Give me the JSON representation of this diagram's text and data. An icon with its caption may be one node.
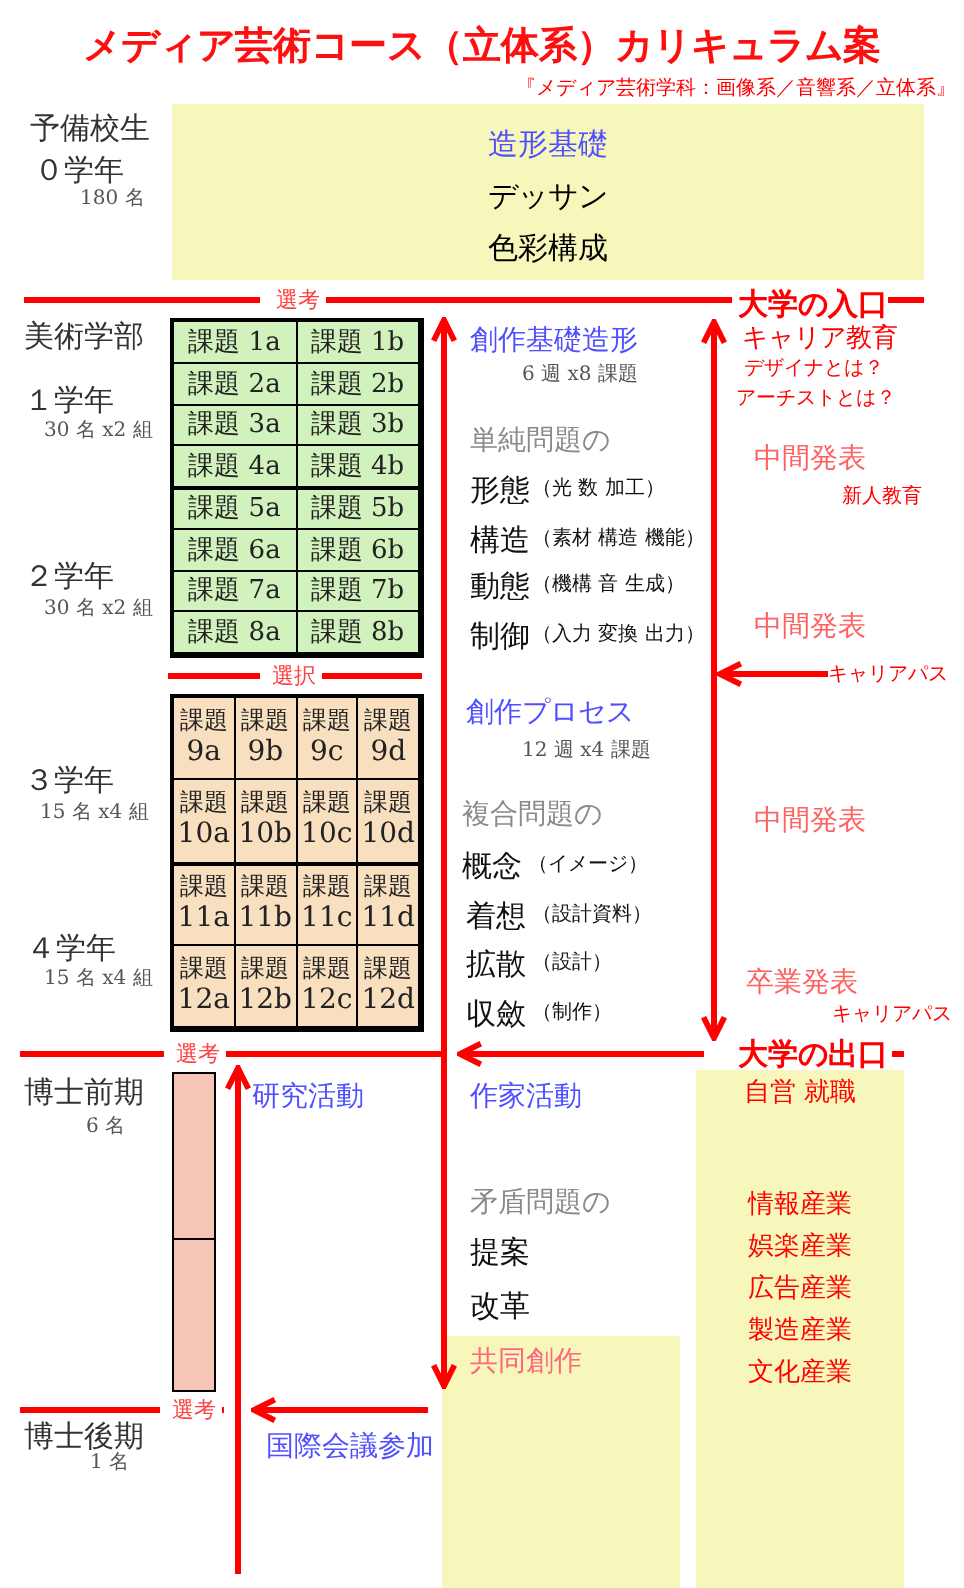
{
  "diagram": {
    "title": "メディア芸術コース（立体系）カリキュラム案",
    "nodes": [
      {
        "text": [
          "造形基礎",
          "デッサン",
          "色彩構成"
        ]
      },
      {
        "text": [
          "大学の入口"
        ]
      },
      {
        "text": [],
        "shape": "box"
      },
      {
        "text": [
          "課題 1a"
        ],
        "in": 2
      },
      {
        "text": [
          "課題 1b"
        ],
        "in": 2
      },
      {
        "text": [
          "課題 2a"
        ],
        "in": 2
      },
      {
        "text": [
          "課題 2b"
        ],
        "in": 2
      },
      {
        "text": [
          "課題 3a"
        ],
        "in": 2
      },
      {
        "text": [
          "課題 3b"
        ],
        "in": 2
      },
      {
        "text": [
          "課題 4a"
        ],
        "in": 2
      },
      {
        "text": [
          "課題 4b"
        ],
        "in": 2
      },
      {
        "text": [
          "課題 5a"
        ],
        "in": 2
      },
      {
        "text": [
          "課題 5b"
        ],
        "in": 2
      },
      {
        "text": [
          "課題 6a"
        ],
        "in": 2
      },
      {
        "text": [
          "課題 6b"
        ],
        "in": 2
      },
      {
        "text": [
          "課題 7a"
        ],
        "in": 2
      },
      {
        "text": [
          "課題 7b"
        ],
        "in": 2
      },
      {
        "text": [
          "課題 8a"
        ],
        "in": 2
      },
      {
        "text": [
          "課題 8b"
        ],
        "in": 2
      },
      {
        "text": [
          "キャリアパス"
        ]
      },
      {
        "text": [],
        "shape": "box"
      },
      {
        "text": [
          "課題",
          "9a"
        ],
        "in": 20
      },
      {
        "text": [
          "課題",
          "9b"
        ],
        "in": 20
      },
      {
        "text": [
          "課題",
          "9c"
        ],
        "in": 20
      },
      {
        "text": [
          "課題",
          "9d"
        ],
        "in": 20
      },
      {
        "text": [
          "課題",
          "10a"
        ],
        "in": 20
      },
      {
        "text": [
          "課題",
          "10b"
        ],
        "in": 20
      },
      {
        "text": [
          "課題",
          "10c"
        ],
        "in": 20
      },
      {
        "text": [
          "課題",
          "10d"
        ],
        "in": 20
      },
      {
        "text": [
          "課題",
          "11a"
        ],
        "in": 20
      },
      {
        "text": [
          "課題",
          "11b"
        ],
        "in": 20
      },
      {
        "text": [
          "課題",
          "11c"
        ],
        "in": 20
      },
      {
        "text": [
          "課題",
          "11d"
        ],
        "in": 20
      },
      {
        "text": [
          "課題",
          "12a"
        ],
        "in": 20
      },
      {
        "text": [
          "課題",
          "12b"
        ],
        "in": 20
      },
      {
        "text": [
          "課題",
          "12c"
        ],
        "in": 20
      },
      {
        "text": [
          "課題",
          "12d"
        ],
        "in": 20
      },
      {
        "text": [
          "大学の出口"
        ]
      },
      {
        "text": [],
        "shape": "bar"
      },
      {
        "text": [],
        "shape": "bar"
      },
      {
        "text": [
          "共同創作"
        ]
      },
      {
        "text": [
          "自営 就職",
          "情報産業",
          "娯楽産業",
          "広告産業",
          "製造産業",
          "文化産業"
        ]
      },
      {
        "text": [],
        "shape": "line"
      },
      {
        "text": [],
        "shape": "line"
      }
    ],
    "edges": [
      {
        "from": 37,
        "to": 1,
        "arrow": "both"
      },
      {
        "from": 19,
        "to": null,
        "arrow": "to"
      },
      {
        "from": 37,
        "to": 42,
        "arrow": "to"
      },
      {
        "from": 42,
        "to": 43,
        "arrow": "to"
      }
    ],
    "labels": [
      "『メディア芸術学科：画像系／音響系／立体系』",
      "予備校生",
      "０学年",
      "180 名",
      "選考",
      "美術学部",
      "創作基礎造形",
      "キャリア教育",
      "6 週 x8 課題",
      "デザイナとは？",
      "１学年",
      "アーチストとは？",
      "30 名 x2 組",
      "単純問題の",
      "中間発表",
      "形態",
      "（光 数 加工）",
      "新人教育",
      "構造",
      "（素材 構造 機能）",
      "２学年",
      "動態",
      "（機構 音 生成）",
      "30 名 x2 組",
      "制御",
      "（入力 変換 出力）",
      "中間発表",
      "選択",
      "創作プロセス",
      "12 週 x4 課題",
      "３学年",
      "15 名 x4 組",
      "複合問題の",
      "中間発表",
      "概念",
      "（イメージ）",
      "着想",
      "（設計資料）",
      "４学年",
      "拡散",
      "（設計）",
      "15 名 x4 組",
      "卒業発表",
      "収斂",
      "（制作）",
      "キャリアパス",
      "選考",
      "博士前期",
      "研究活動",
      "作家活動",
      "6 名",
      "矛盾問題の",
      "提案",
      "改革",
      "選考",
      "博士後期",
      "国際会議参加",
      "1 名"
    ]
  }
}
